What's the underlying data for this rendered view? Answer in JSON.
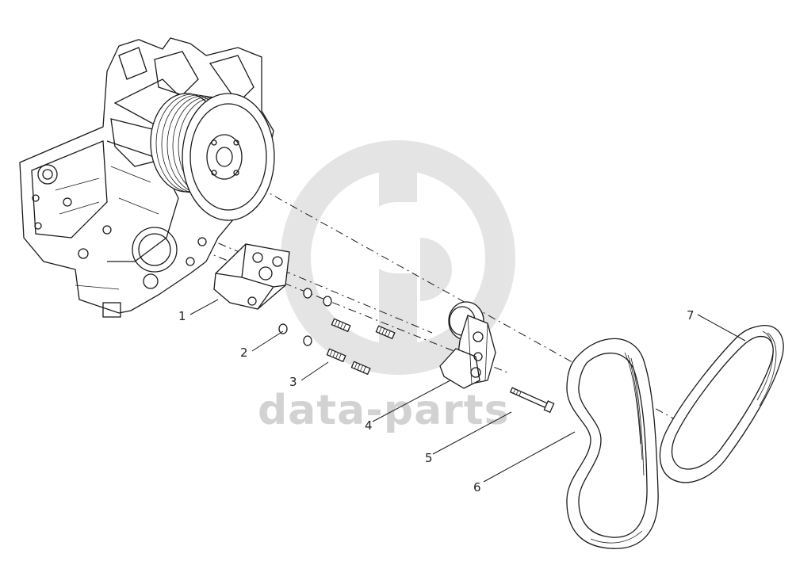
{
  "watermark": {
    "text": "data-parts",
    "color": "#d2d2d2"
  },
  "callouts": [
    "1",
    "2",
    "3",
    "4",
    "5",
    "6",
    "7"
  ],
  "colors": {
    "line": "#1a1a1a",
    "background": "#ffffff"
  }
}
